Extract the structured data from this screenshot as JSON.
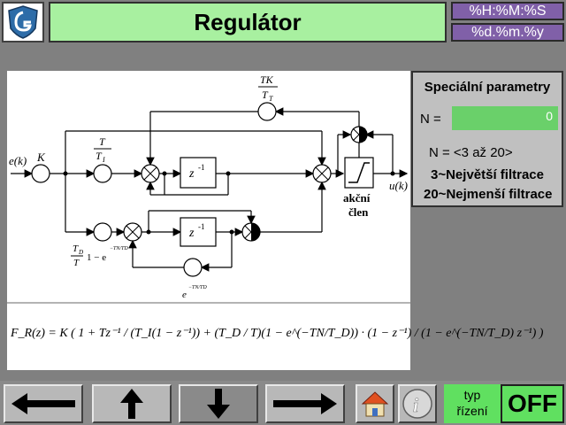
{
  "header": {
    "title": "Regulátor",
    "time_format": "%H:%M:%S",
    "date_format": "%d.%m.%y"
  },
  "diagram": {
    "input_label": "e(k)",
    "output_label": "u(k)",
    "gain_label": "K",
    "integral_num": "T",
    "integral_den": "T",
    "integral_den_sub": "I",
    "tracking_num": "TK",
    "tracking_den": "T",
    "tracking_den_sub": "T",
    "delay_label": "z",
    "delay_exp": "-1",
    "actuator_line1": "akční",
    "actuator_line2": "člen",
    "derivative_num": "T",
    "derivative_num_sub": "D",
    "derivative_den": "T",
    "derivative_paren": "1 − e",
    "derivative_exp": "−TN/TD",
    "feedback_exp": "e",
    "feedback_exp_sup": "−TN/TD",
    "formula": "F_R(z) = K ( 1 + Tz⁻¹ / (T_I(1 − z⁻¹)) + (T_D / T)(1 − e^(−TN/T_D)) · (1 − z⁻¹) / (1 − e^(−TN/T_D) z⁻¹) )"
  },
  "params": {
    "title": "Speciální parametry",
    "n_label": "N =",
    "n_value": "0",
    "range": "N = <3 až 20>",
    "max_filter": "3~Největší filtrace",
    "min_filter": "20~Nejmenší filtrace"
  },
  "footer": {
    "mode_label_line1": "typ",
    "mode_label_line2": "řízení",
    "mode_value": "OFF"
  },
  "colors": {
    "title_bg": "#a8f0a0",
    "datetime_bg": "#8060a8",
    "field_bg": "#6ad06a",
    "mode_bg": "#60e060",
    "home_roof": "#e05020"
  }
}
